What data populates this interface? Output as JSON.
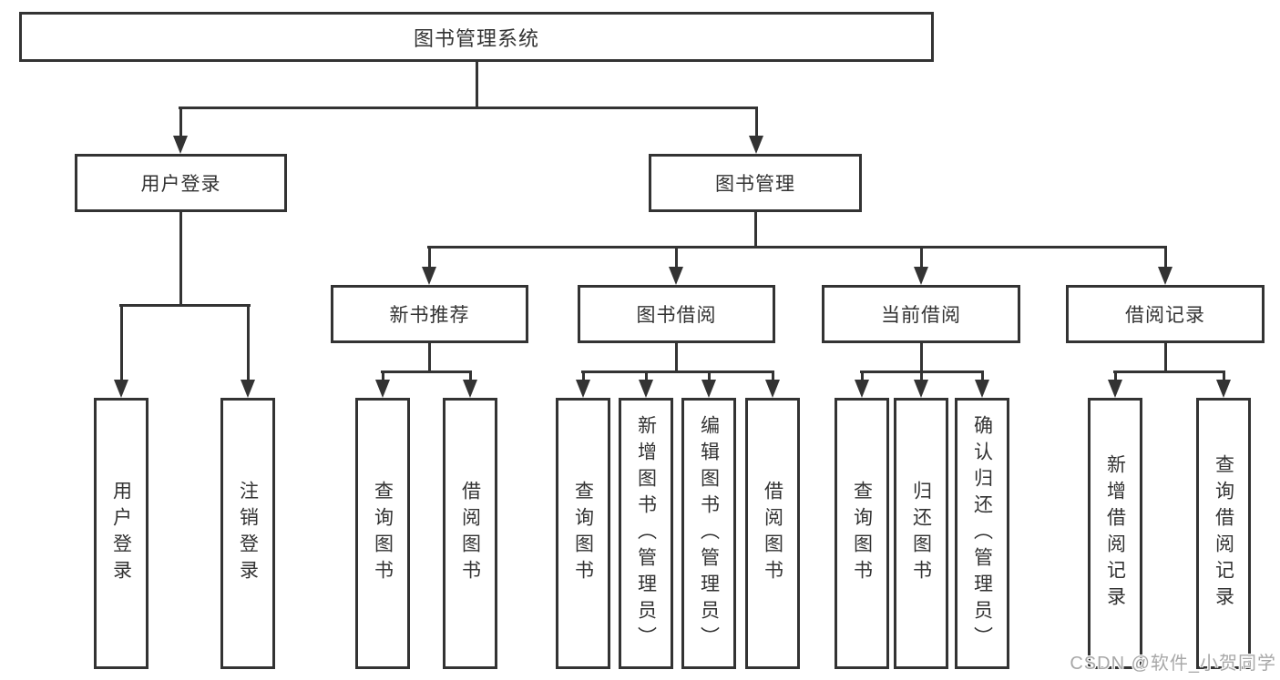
{
  "tree": {
    "root": "图书管理系统",
    "branches": [
      {
        "label": "用户登录",
        "children": [
          "用户登录",
          "注销登录"
        ]
      },
      {
        "label": "图书管理",
        "children": [
          {
            "label": "新书推荐",
            "children": [
              "查询图书",
              "借阅图书"
            ]
          },
          {
            "label": "图书借阅",
            "children": [
              "查询图书",
              "新增图书（管理员）",
              "编辑图书（管理员）",
              "借阅图书"
            ]
          },
          {
            "label": "当前借阅",
            "children": [
              "查询图书",
              "归还图书",
              "确认归还（管理员）"
            ]
          },
          {
            "label": "借阅记录",
            "children": [
              "新增借阅记录",
              "查询借阅记录"
            ]
          }
        ]
      }
    ]
  },
  "watermark": {
    "text": "CSDN @软件_小贺同学"
  },
  "colors": {
    "line": "#333333",
    "text": "#333333",
    "background": "#ffffff",
    "watermark": "#a8a8a8"
  }
}
